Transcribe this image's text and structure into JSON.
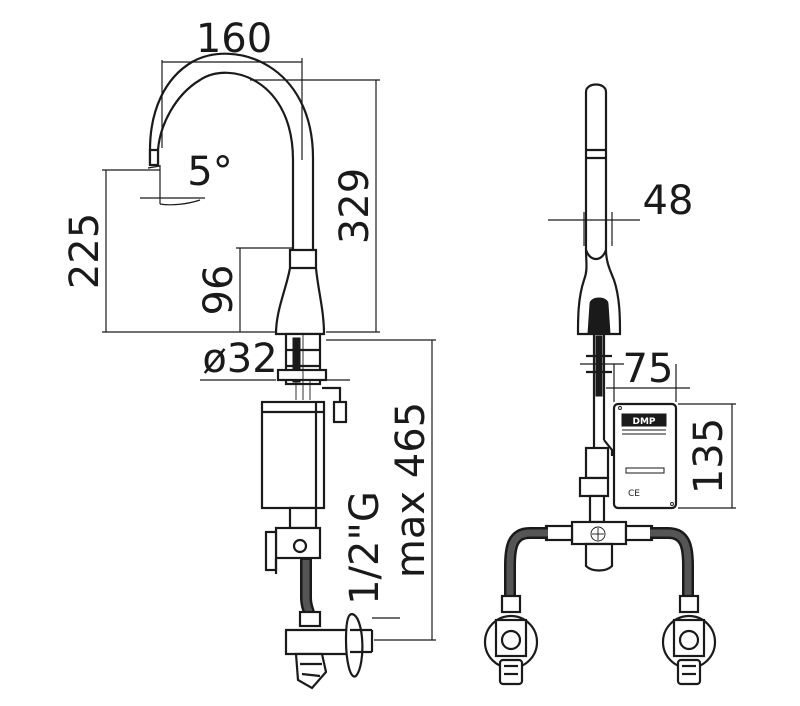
{
  "dimensions": {
    "width_top": "160",
    "height_spout": "329",
    "height_outlet": "225",
    "height_body": "96",
    "angle": "5°",
    "diameter": "ø32",
    "thread": "1/2\"G",
    "max_length": "max 465",
    "side_width": "48",
    "box_width": "75",
    "box_height": "135"
  },
  "labels": {
    "brand": "DMP",
    "ce_mark": "CE"
  },
  "colors": {
    "line": "#1a1a1a",
    "background": "#ffffff"
  }
}
